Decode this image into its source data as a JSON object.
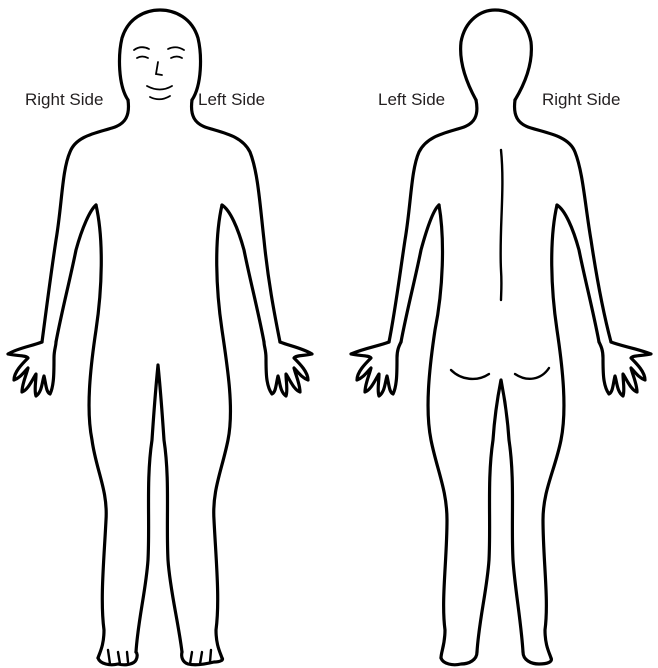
{
  "labels": {
    "front_right": "Right Side",
    "front_left": "Left Side",
    "back_left": "Left Side",
    "back_right": "Right Side"
  },
  "colors": {
    "outline": "#000000",
    "text": "#231f20",
    "background": "#ffffff"
  }
}
